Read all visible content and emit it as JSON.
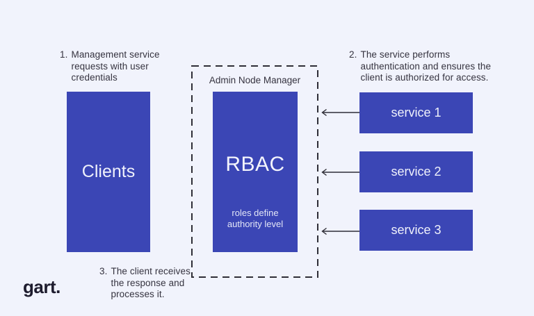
{
  "colors": {
    "background": "#F1F3FC",
    "box_blue": "#3B46B5",
    "line_dark": "#2E2D36",
    "text_dark": "#35333F",
    "text_light": "#EFF1FB"
  },
  "logo": {
    "text": "gart."
  },
  "steps": {
    "step1": {
      "number": "1.",
      "line1": "Management service",
      "line2": "requests with user",
      "line3": "credentials"
    },
    "step2": {
      "number": "2.",
      "line1": "The service performs",
      "line2": "authentication and ensures the",
      "line3": "client is authorized for access."
    },
    "step3": {
      "number": "3.",
      "line1": "The client receives",
      "line2": "the response and",
      "line3": "processes it."
    }
  },
  "clients_box": {
    "label": "Clients"
  },
  "admin_group": {
    "title": "Admin Node Manager",
    "rbac_title": "RBAC",
    "rbac_note_line1": "roles define",
    "rbac_note_line2": "authority level"
  },
  "services": [
    {
      "label": "service 1"
    },
    {
      "label": "service 2"
    },
    {
      "label": "service 3"
    }
  ]
}
